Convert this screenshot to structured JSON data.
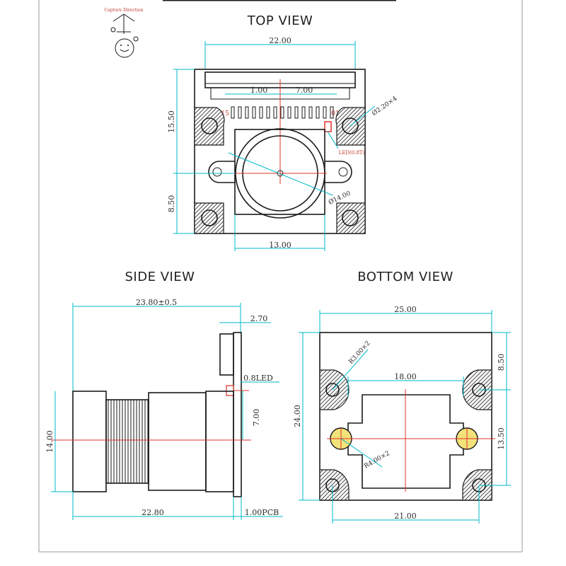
{
  "colors": {
    "dimension_line": "#00b8c8",
    "center_line": "#e0302a",
    "outline": "#1a1a1a",
    "pad_fill": "#f3e27a"
  },
  "icon": {
    "name": "capture-direction-icon",
    "label": "Capture Direction"
  },
  "top_view": {
    "title": "TOP VIEW",
    "dims": {
      "width": "22.00",
      "pin_pitch": "1.00",
      "pin_offset": "7.00",
      "hole": "Ø2.20×4",
      "height_upper": "15.50",
      "height_lower": "8.50",
      "lens_dia": "Ø14.00",
      "base_width": "13.00"
    },
    "pin_first": "15",
    "pin_last": "01",
    "led_label": "LED(0.8T)"
  },
  "side_view": {
    "title": "SIDE VIEW",
    "dims": {
      "total_length": "23.80±0.5",
      "connector": "2.70",
      "led": "0.8LED",
      "offset": "7.00",
      "height": "14.00",
      "lens_length": "22.80",
      "pcb": "1.00PCB"
    }
  },
  "bottom_view": {
    "title": "BOTTOM  VIEW",
    "dims": {
      "width": "25.00",
      "hole_spacing_top": "18.00",
      "corner_radius": "R3.00×2",
      "pad_radius": "R4.00×2",
      "offset_top": "8.50",
      "offset_bottom": "13.50",
      "height": "24.00",
      "hole_spacing_bottom": "21.00"
    }
  }
}
